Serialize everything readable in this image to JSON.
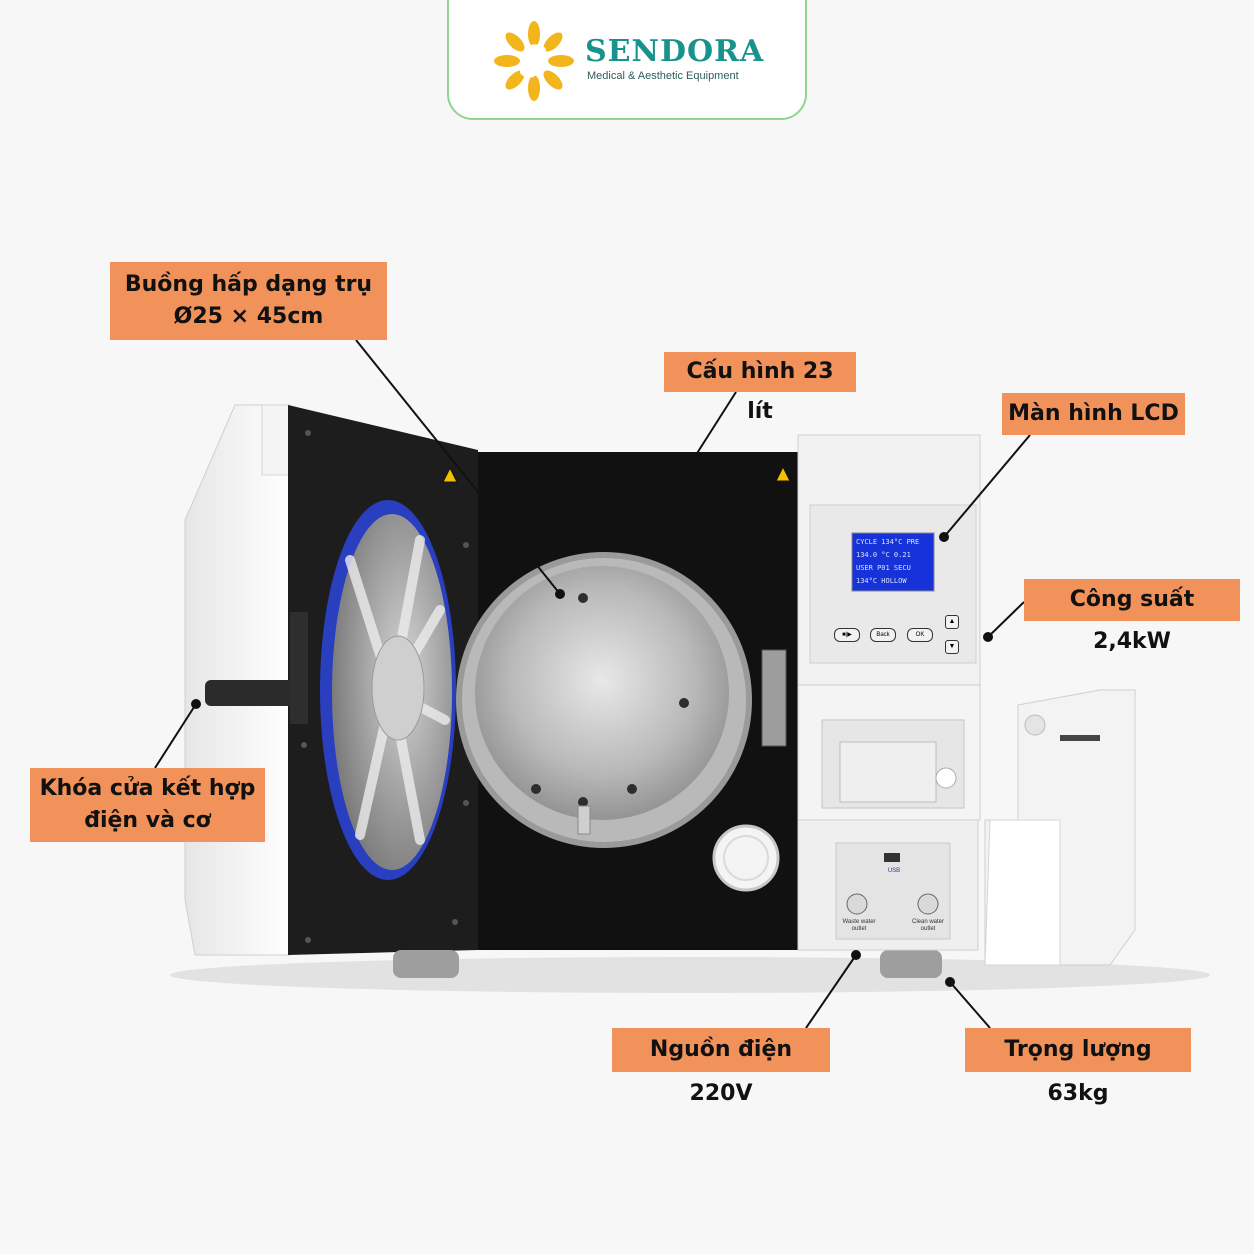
{
  "brand": {
    "name": "SENDORA",
    "tagline": "Medical & Aesthetic Equipment",
    "colors": {
      "brand_teal": "#17928d",
      "logo_yellow": "#f2b51c",
      "card_border": "#8fd48f"
    },
    "logo_icon": "sunflower-logo-icon"
  },
  "callouts": {
    "chamber": {
      "line1": "Buồng hấp dạng trụ",
      "line2": "Ø25 × 45cm"
    },
    "capacity": "Cấu hình 23 lít",
    "lcd": "Màn hình LCD",
    "power": "Công suất 2,4kW",
    "lock": {
      "line1": "Khóa cửa kết hợp",
      "line2": "điện và cơ"
    },
    "voltage": "Nguồn điện 220V",
    "weight": "Trọng lượng 63kg",
    "color": "#f0925a"
  },
  "device": {
    "lcd_rows": [
      "CYCLE 134°C PRE",
      "134.0 °C  0.21",
      "USER  P01  SECU",
      "134°C HOLLOW"
    ],
    "buttons": [
      "■|▶",
      "Back",
      "OK"
    ],
    "port_labels": {
      "waste": "Waste water",
      "waste2": "outlet",
      "clean": "Clean water",
      "clean2": "outlet"
    },
    "usb_label": "USB"
  }
}
